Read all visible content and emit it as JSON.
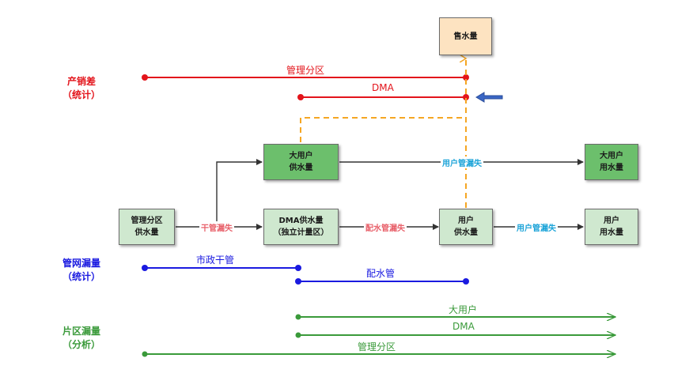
{
  "boxes": {
    "sale": [
      "售水量"
    ],
    "zone_supply": [
      "管理分区",
      "供水量"
    ],
    "dma_supply": [
      "DMA供水量",
      "（独立计量区）"
    ],
    "user_supply": [
      "用户",
      "供水量"
    ],
    "user_use": [
      "用户",
      "用水量"
    ],
    "big_supply": [
      "大用户",
      "供水量"
    ],
    "big_use": [
      "大用户",
      "用水量"
    ]
  },
  "side_labels": {
    "chanxiaocha": [
      "产销差",
      "（统计）"
    ],
    "guanwang": [
      "管网漏量",
      "（统计）"
    ],
    "pianqu": [
      "片区漏量",
      "（分析）"
    ]
  },
  "line_labels": {
    "zone": "管理分区",
    "dma": "DMA",
    "trunk_loss": "干管漏失",
    "dist_loss": "配水管漏失",
    "user_loss": "用户管漏失",
    "big_user_loss": "用户管漏失",
    "municipal": "市政干管",
    "distribution": "配水管",
    "big_user": "大用户",
    "dma_line": "DMA",
    "zone_line": "管理分区"
  },
  "colors": {
    "red": "#e3141b",
    "blue": "#1a1ae0",
    "green": "#3a9a3a",
    "orange": "#f5a623",
    "cyan": "#1aa3d8",
    "pink": "#e8606a",
    "dark_green_box": "#6cbf6c",
    "light_green_box": "#cfe8cf",
    "orange_box": "#fde3c1",
    "arrow_blue": "#3a66c4"
  }
}
